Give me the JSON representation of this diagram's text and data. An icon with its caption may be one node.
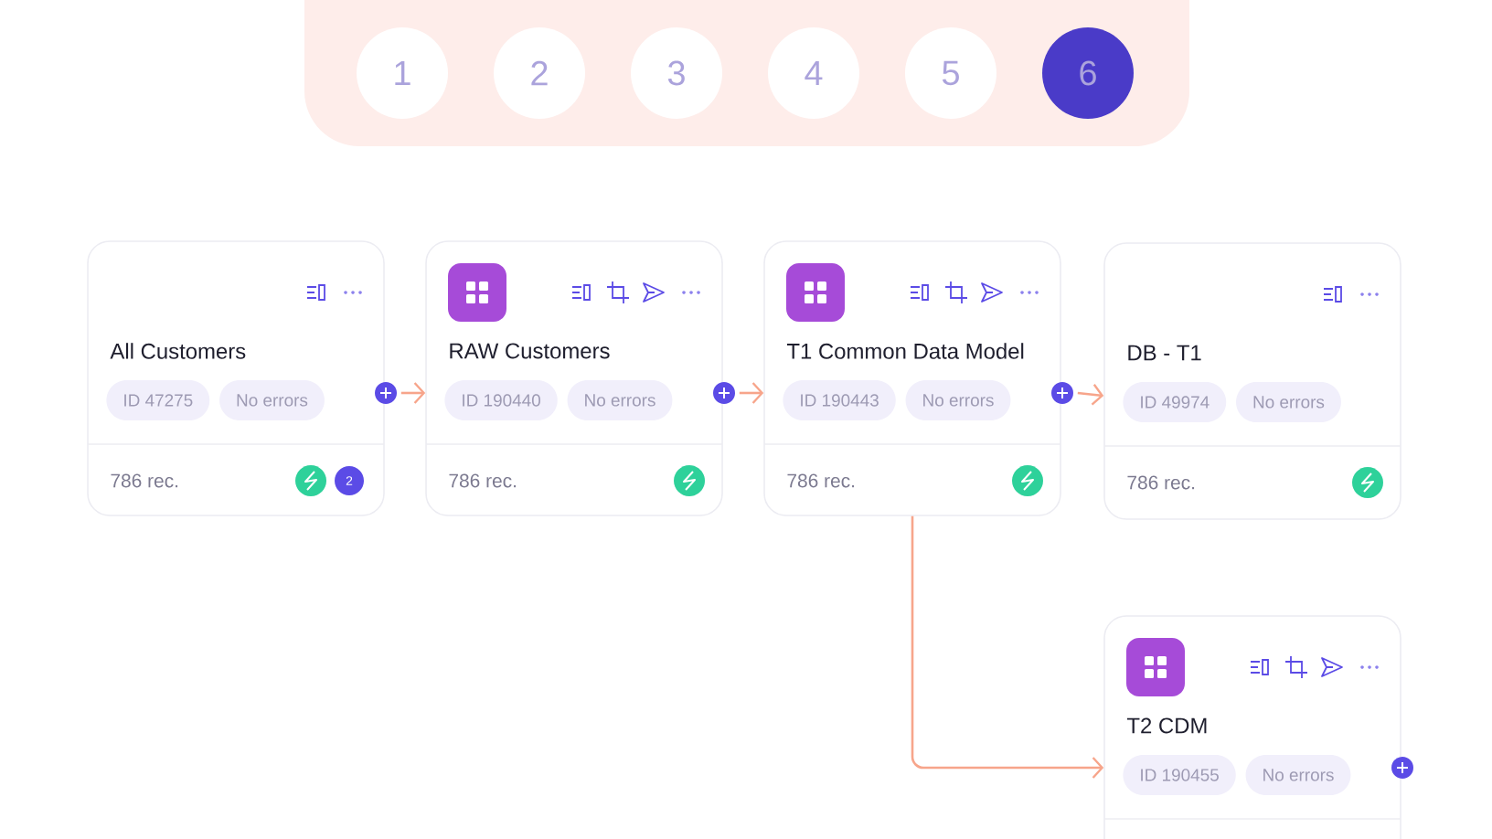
{
  "diagram": {
    "nodes": [
      {
        "text": [],
        "shape": "box"
      },
      {
        "text": [
          "1"
        ],
        "in": 0
      },
      {
        "text": [
          "2"
        ],
        "in": 0
      },
      {
        "text": [
          "3"
        ],
        "in": 0
      },
      {
        "text": [
          "4"
        ],
        "in": 0
      },
      {
        "text": [
          "5"
        ],
        "in": 0
      },
      {
        "text": [
          "6"
        ],
        "in": 0
      },
      {
        "text": [
          "All Customers",
          "ID 47275",
          "No errors",
          "786 rec.",
          "2"
        ]
      },
      {
        "text": [
          "RAW Customers",
          "ID 190440",
          "No errors",
          "786 rec."
        ]
      },
      {
        "text": [
          "T1 Common Data Model",
          "ID 190443",
          "No errors",
          "786 rec."
        ]
      },
      {
        "text": [
          "DB - T1",
          "ID 49974",
          "No errors",
          "786 rec."
        ]
      },
      {
        "text": [
          "T2 CDM",
          "ID 190455",
          "No errors"
        ]
      }
    ],
    "edges": [
      {
        "from": 7,
        "to": 8,
        "arrow": "to"
      },
      {
        "from": 8,
        "to": 9,
        "arrow": "to"
      },
      {
        "from": 9,
        "to": 10,
        "arrow": "to"
      },
      {
        "from": 9,
        "to": 11,
        "arrow": "to"
      }
    ]
  }
}
